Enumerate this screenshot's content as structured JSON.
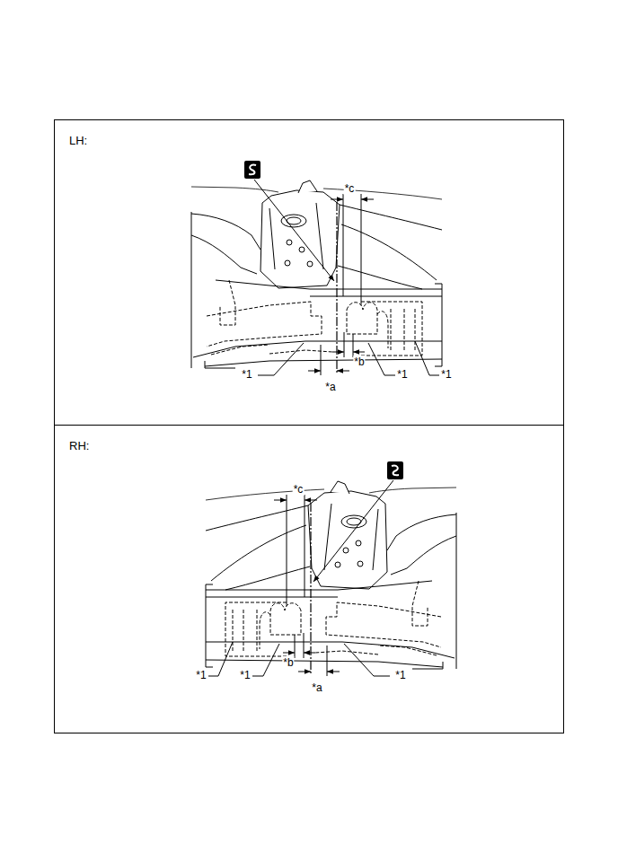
{
  "diagram": {
    "nodes": [
      {
        "text": [
          "LH:"
        ]
      },
      {
        "text": [
          "RH:"
        ]
      }
    ],
    "labels": [
      "*c",
      "*b",
      "*1",
      "*a",
      "*1",
      "*1",
      "*c",
      "*b",
      "*1",
      "*a",
      "*1",
      "*1"
    ]
  }
}
